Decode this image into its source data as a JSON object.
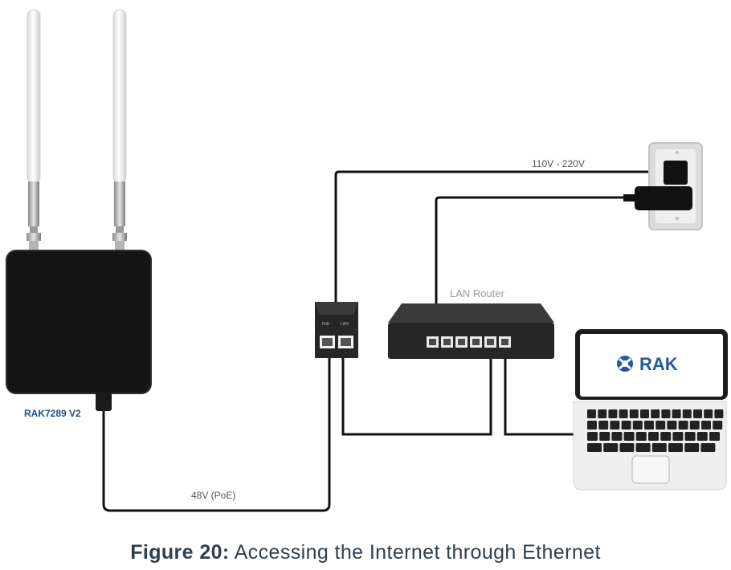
{
  "diagram": {
    "device_label": "RAK7289 V2",
    "router_label": "LAN Router",
    "power_label": "110V - 220V",
    "poe_label": "48V (PoE)",
    "poe_injector_ports": [
      "PoE",
      "LAN"
    ],
    "laptop_logo": "RAK"
  },
  "caption": {
    "prefix": "Figure 20:",
    "text": "Accessing the Internet through Ethernet"
  },
  "colors": {
    "cable": "#111111",
    "device_body": "#141414",
    "router_body": "#2a2a2a",
    "brand_blue": "#1f5aa6",
    "caption_text": "#2f3f52"
  },
  "icons": [
    "antenna-icon",
    "gateway-icon",
    "poe-injector-icon",
    "router-icon",
    "wall-outlet-icon",
    "power-adapter-icon",
    "laptop-icon",
    "rak-logo-icon"
  ]
}
